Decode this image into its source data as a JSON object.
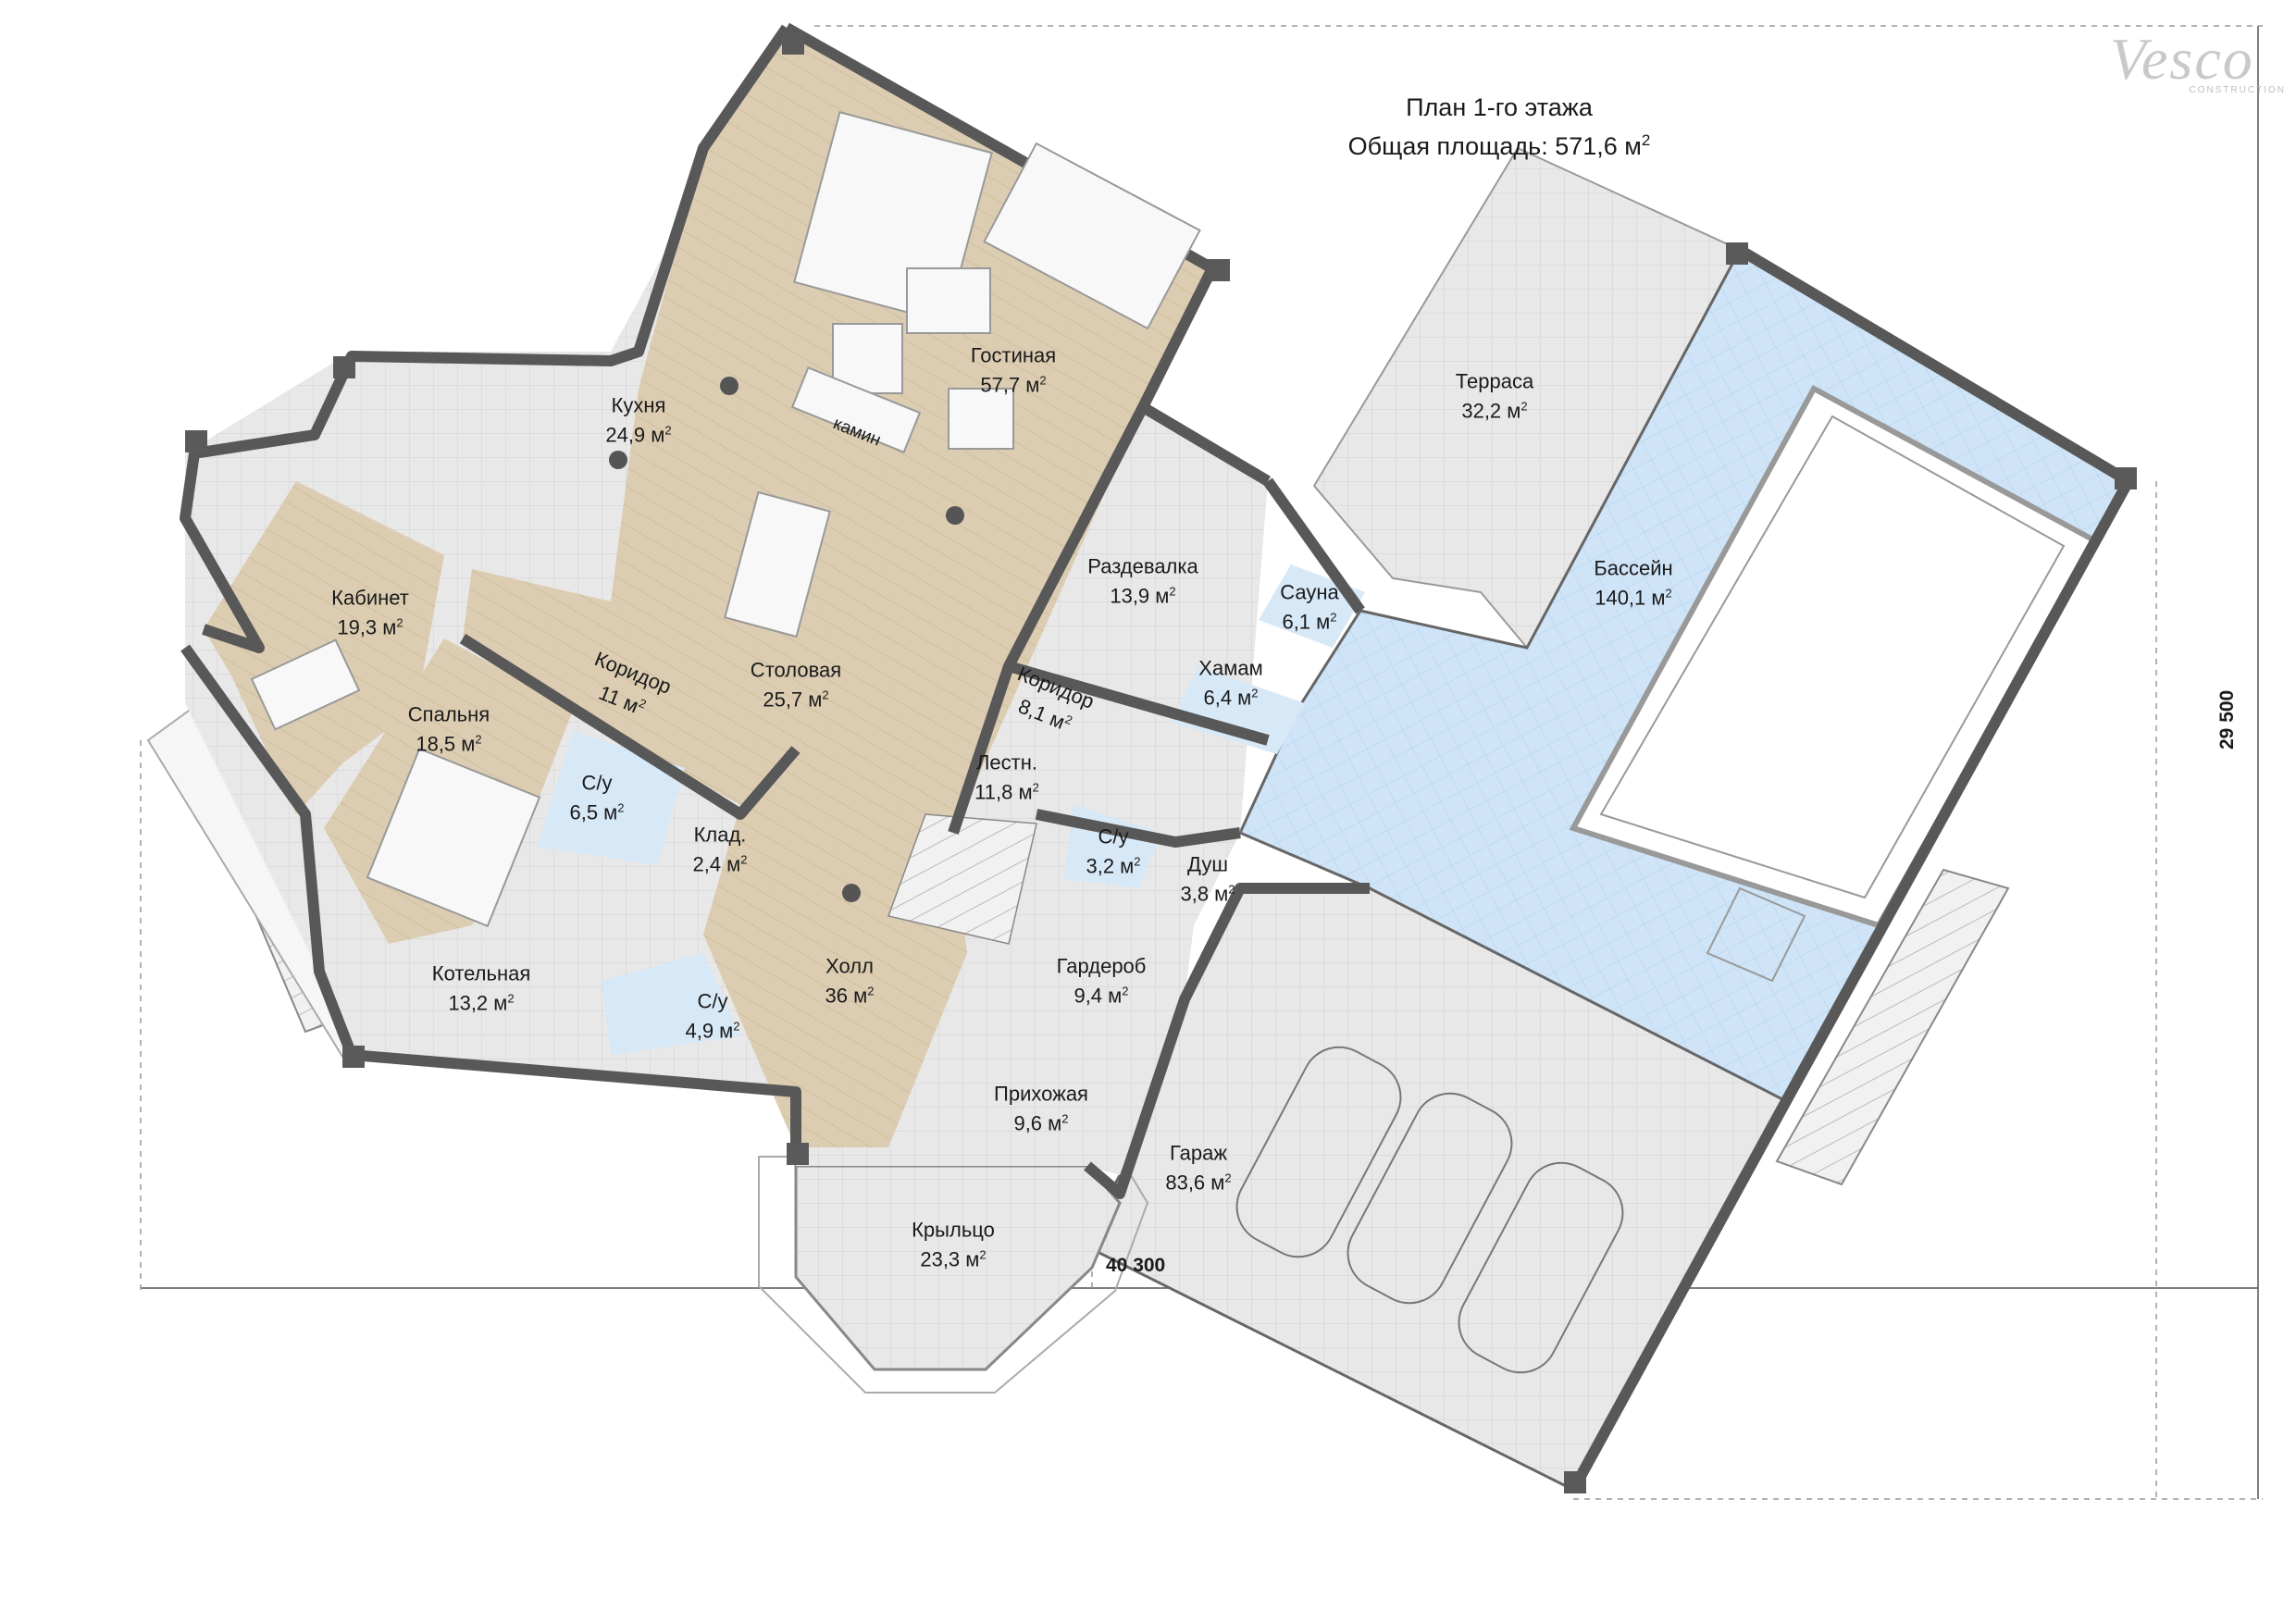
{
  "header": {
    "title_line1": "План 1-го этажа",
    "title_line2": "Общая площадь:  571,6 м",
    "title_sup": "2"
  },
  "logo": {
    "word": "Vesco",
    "sub": "CONSTRUCTION"
  },
  "dimensions": {
    "width": "40 300",
    "height": "29 500"
  },
  "colors": {
    "wood": "#dcccb0",
    "tile": "#e6e6e6",
    "water": "#cfe4f7",
    "wall": "#585858",
    "white_room": "#f7f7f7"
  },
  "rooms": [
    {
      "id": "gostinaya",
      "name": "Гостиная",
      "area": "57,7 м",
      "sup": "2"
    },
    {
      "id": "kuhnya",
      "name": "Кухня",
      "area": "24,9 м",
      "sup": "2"
    },
    {
      "id": "kabinet",
      "name": "Кабинет",
      "area": "19,3 м",
      "sup": "2"
    },
    {
      "id": "stolovaya",
      "name": "Столовая",
      "area": "25,7 м",
      "sup": "2"
    },
    {
      "id": "koridor1",
      "name": "Коридор",
      "area": "11 м",
      "sup": "2"
    },
    {
      "id": "spalnya",
      "name": "Спальня",
      "area": "18,5 м",
      "sup": "2"
    },
    {
      "id": "su1",
      "name": "С/у",
      "area": "6,5 м",
      "sup": "2"
    },
    {
      "id": "klad",
      "name": "Клад.",
      "area": "2,4 м",
      "sup": "2"
    },
    {
      "id": "kotelnaya",
      "name": "Котельная",
      "area": "13,2 м",
      "sup": "2"
    },
    {
      "id": "su2",
      "name": "С/у",
      "area": "4,9 м",
      "sup": "2"
    },
    {
      "id": "holl",
      "name": "Холл",
      "area": "36 м",
      "sup": "2"
    },
    {
      "id": "razdevalka",
      "name": "Раздевалка",
      "area": "13,9 м",
      "sup": "2"
    },
    {
      "id": "sauna",
      "name": "Сауна",
      "area": "6,1 м",
      "sup": "2"
    },
    {
      "id": "hamam",
      "name": "Хамам",
      "area": "6,4 м",
      "sup": "2"
    },
    {
      "id": "koridor2",
      "name": "Коридор",
      "area": "8,1 м",
      "sup": "2"
    },
    {
      "id": "lestn",
      "name": "Лестн.",
      "area": "11,8 м",
      "sup": "2"
    },
    {
      "id": "su3",
      "name": "С/у",
      "area": "3,2 м",
      "sup": "2"
    },
    {
      "id": "dush",
      "name": "Душ",
      "area": "3,8 м",
      "sup": "2"
    },
    {
      "id": "garderob",
      "name": "Гардероб",
      "area": "9,4 м",
      "sup": "2"
    },
    {
      "id": "prihozhaya",
      "name": "Прихожая",
      "area": "9,6 м",
      "sup": "2"
    },
    {
      "id": "garazh",
      "name": "Гараж",
      "area": "83,6 м",
      "sup": "2"
    },
    {
      "id": "kryltso",
      "name": "Крыльцо",
      "area": "23,3 м",
      "sup": "2"
    },
    {
      "id": "terrasa",
      "name": "Терраса",
      "area": "32,2 м",
      "sup": "2"
    },
    {
      "id": "basseyn",
      "name": "Бассейн",
      "area": "140,1 м",
      "sup": "2"
    }
  ],
  "fireplace_label": "камин"
}
